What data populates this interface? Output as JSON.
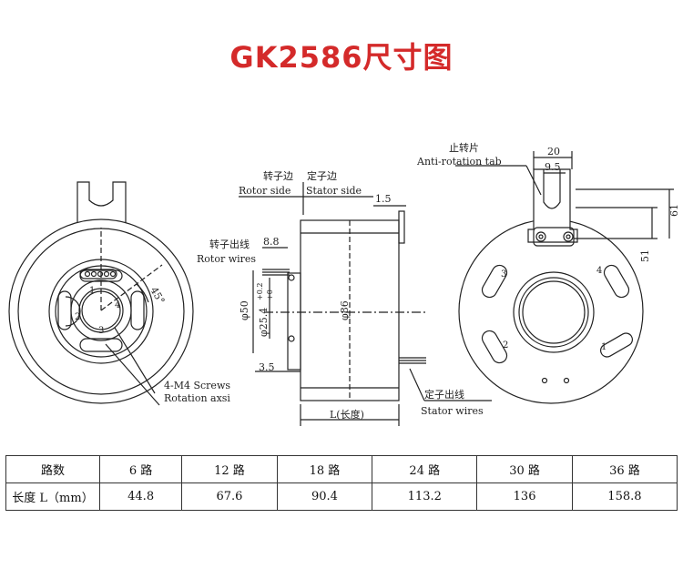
{
  "title": "GK2586尺寸图",
  "drawing": {
    "front": {
      "screws_label": "4-M4 Screws",
      "rotation_label": "Rotation axsi",
      "angle_label": "45°",
      "hole_numbers": [
        "1",
        "2",
        "3",
        "4"
      ]
    },
    "side": {
      "rotor_side_cn": "转子边",
      "stator_side_cn": "定子边",
      "rotor_side_en": "Rotor side",
      "stator_side_en": "Stator side",
      "rotor_wires_cn": "转子出线",
      "rotor_wires_en": "Rotor wires",
      "stator_wires_cn": "定子出线",
      "stator_wires_en": "Stator wires",
      "dim_1_5": "1.5",
      "dim_8_8": "8.8",
      "dim_3_5": "3.5",
      "dim_phi50": "φ50",
      "dim_phi25": "φ25.4",
      "tol_upper": "+0.2",
      "tol_lower": "+0",
      "dim_phi86": "φ86",
      "dim_length": "L(长度)"
    },
    "rear": {
      "anti_rotation_cn": "止转片",
      "anti_rotation_en": "Anti-rotation tab",
      "dim_20": "20",
      "dim_9_5": "9.5",
      "dim_61": "61",
      "dim_51": "51",
      "hole_numbers": [
        "1",
        "2",
        "3",
        "4"
      ]
    }
  },
  "table": {
    "header": [
      "路数",
      "6 路",
      "12 路",
      "18 路",
      "24 路",
      "30 路",
      "36 路"
    ],
    "row": [
      "长度 L（mm）",
      "44.8",
      "67.6",
      "90.4",
      "113.2",
      "136",
      "158.8"
    ]
  },
  "colors": {
    "title": "#d42a2a",
    "line": "#222222"
  }
}
